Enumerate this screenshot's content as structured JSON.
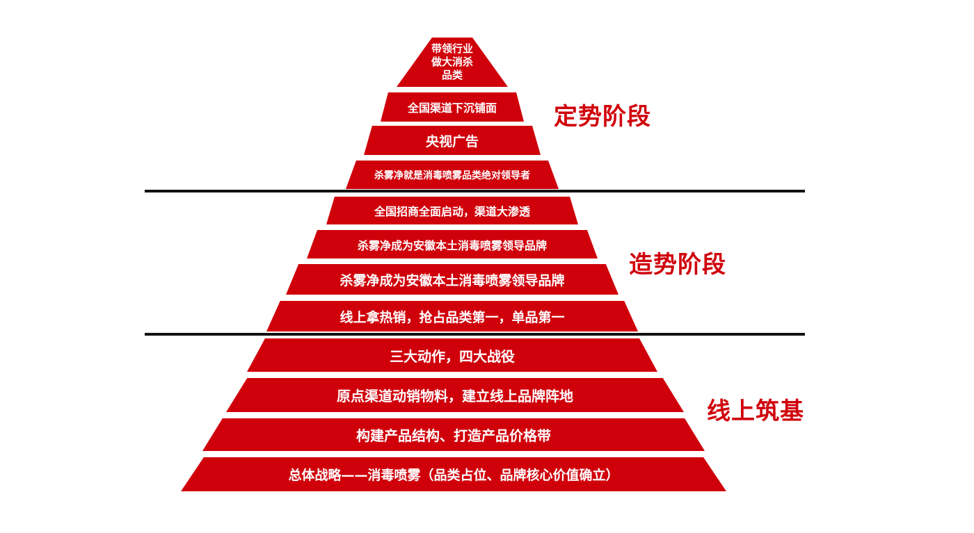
{
  "pyramid": {
    "tiers": [
      "带领行业\n做大消杀\n品类",
      "全国渠道下沉铺面",
      "央视广告",
      "杀雾净就是消毒喷雾品类绝对领导者",
      "全国招商全面启动，渠道大渗透",
      "杀雾净成为安徽本土消毒喷雾领导品牌",
      "杀雾净成为安徽本土消毒喷雾领导品牌",
      "线上拿热销，抢占品类第一，单品第一",
      "三大动作，四大战役",
      "原点渠道动销物料，建立线上品牌阵地",
      "构建产品结构、打造产品价格带",
      "总体战略——消毒喷雾（品类占位、品牌核心价值确立）"
    ]
  },
  "stages": {
    "top": "定势阶段",
    "middle": "造势阶段",
    "bottom": "线上筑基"
  },
  "colors": {
    "tier_fill": "#d0000b",
    "stage_text": "#d0000b",
    "divider": "#111111"
  }
}
